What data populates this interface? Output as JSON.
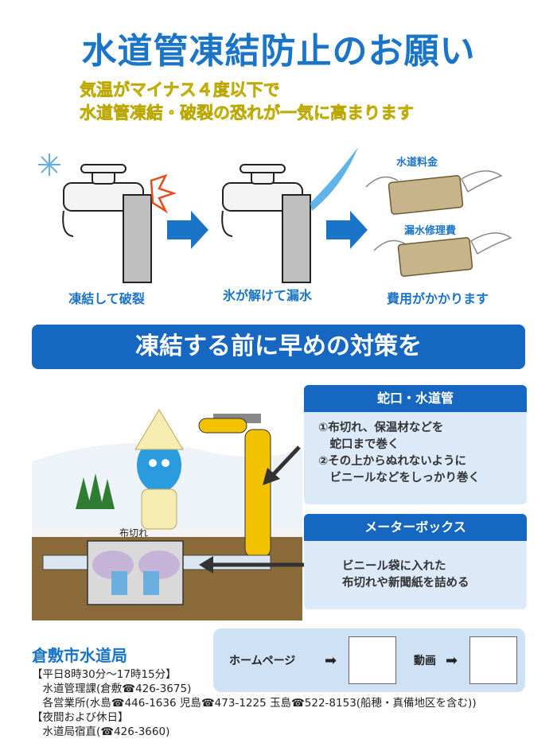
{
  "title": "水道管凍結防止のお願い",
  "subtitle_lines": [
    "気温がマイナス４度以下で",
    "水道管凍結・破裂の恐れが一気に高まります"
  ],
  "steps": [
    {
      "caption": "凍結して破裂"
    },
    {
      "caption": "氷が解けて漏水"
    },
    {
      "caption": "費用がかかります"
    }
  ],
  "cost_labels": [
    "水道料金",
    "漏水修理費"
  ],
  "banner": "凍結する前に早めの対策を",
  "illustration_label": "布切れ",
  "panels": {
    "faucet": {
      "heading": "蛇口・水道管",
      "lines": [
        "①布切れ、保温材などを",
        "　蛇口まで巻く",
        "②その上からぬれないように",
        "　ビニールなどをしっかり巻く"
      ]
    },
    "meter": {
      "heading": "メーターボックス",
      "lines": [
        "ビニール袋に入れた",
        "布切れや新聞紙を詰める"
      ]
    }
  },
  "links": {
    "homepage": "ホームページ",
    "video": "動画"
  },
  "office": {
    "name": "倉敷市水道局",
    "lines": [
      "【平日8時30分～17時15分】",
      "　水道管理課(倉敷☎426-3675)",
      "　各営業所(水島☎446-1636 児島☎473-1225 玉島☎522-8153(船穂・真備地区を含む))",
      "【夜間および休日】",
      "　水道局宿直(☎426-3660)"
    ]
  },
  "colors": {
    "title": "#1a74c8",
    "subtitle": "#e8d61a",
    "banner": "#1667c1",
    "panel_bg": "#dbe9f8"
  }
}
